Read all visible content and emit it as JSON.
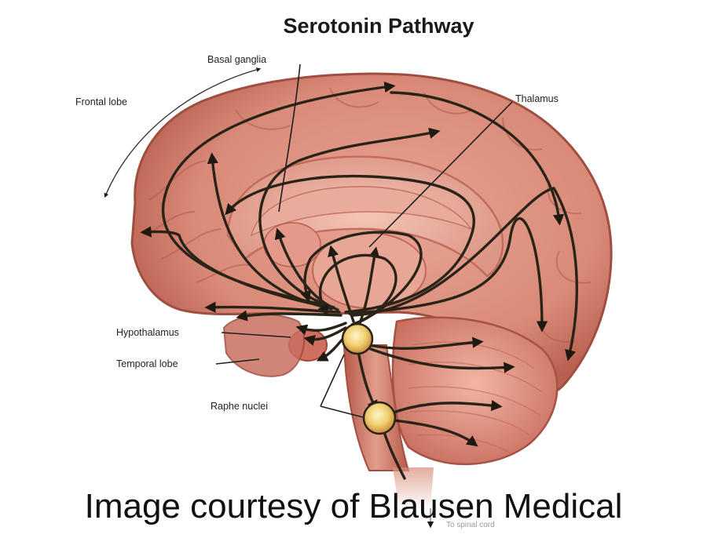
{
  "title": "Serotonin Pathway",
  "labels": {
    "basal_ganglia": "Basal ganglia",
    "frontal_lobe": "Frontal lobe",
    "thalamus": "Thalamus",
    "hypothalamus": "Hypothalamus",
    "temporal_lobe": "Temporal lobe",
    "raphe_nuclei": "Raphe nuclei",
    "to_spinal_cord": "To spinal cord"
  },
  "credit": "Image courtesy of Blausen Medical",
  "colors": {
    "brain": "#d98a78",
    "brain_dark": "#b65a4a",
    "pathway": "#2a2418",
    "raphe_nucleus": "#f0d27a"
  },
  "icons": {
    "pathway_arrow": "arrowhead"
  }
}
